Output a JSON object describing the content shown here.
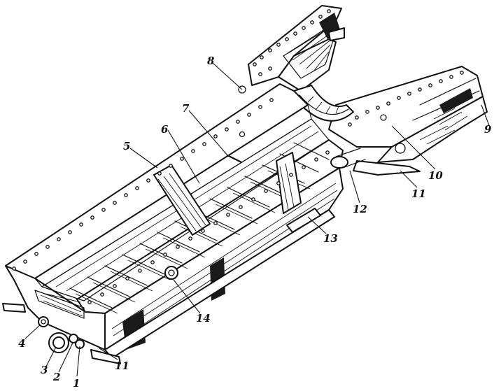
{
  "callouts": [
    {
      "id": "1",
      "label": "1"
    },
    {
      "id": "2",
      "label": "2"
    },
    {
      "id": "3",
      "label": "3"
    },
    {
      "id": "4",
      "label": "4"
    },
    {
      "id": "5",
      "label": "5"
    },
    {
      "id": "6",
      "label": "6"
    },
    {
      "id": "7",
      "label": "7"
    },
    {
      "id": "8",
      "label": "8"
    },
    {
      "id": "9",
      "label": "9"
    },
    {
      "id": "10",
      "label": "10"
    },
    {
      "id": "11a",
      "label": "11"
    },
    {
      "id": "11b",
      "label": "11"
    },
    {
      "id": "12",
      "label": "12"
    },
    {
      "id": "13",
      "label": "13"
    },
    {
      "id": "14",
      "label": "14"
    }
  ],
  "colors": {
    "ink": "#111111",
    "paper": "#ffffff"
  }
}
